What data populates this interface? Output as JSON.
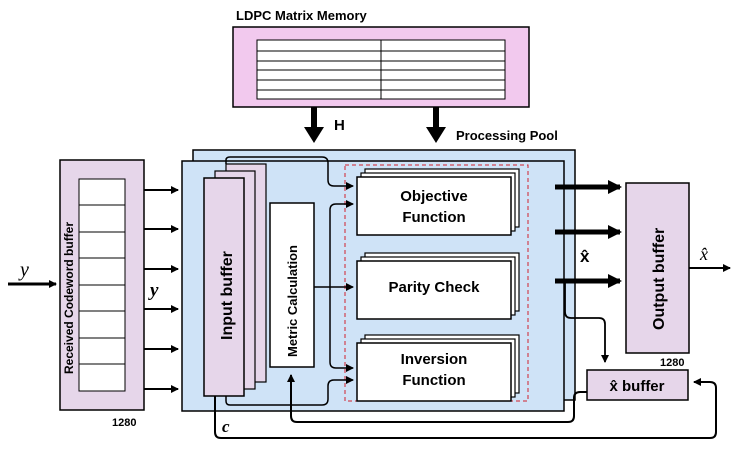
{
  "diagram": {
    "memory_title": "LDPC Matrix Memory",
    "h_label": "H",
    "pool_title": "Processing Pool",
    "received_buffer_label": "Received Codeword buffer",
    "received_buffer_size": "1280",
    "input_y_symbol": "y",
    "y_bus_label": "y",
    "input_buffer_label": "Input buffer",
    "metric_label": "Metric Calculation",
    "objective_label_1": "Objective",
    "objective_label_2": "Function",
    "parity_label": "Parity Check",
    "inversion_label_1": "Inversion",
    "inversion_label_2": "Function",
    "xhat_bus_label": "x̂",
    "output_buffer_label": "Output buffer",
    "output_buffer_size": "1280",
    "output_symbol": "x̂",
    "xhat_buffer_label": "x̂ buffer",
    "c_label": "c"
  },
  "colors": {
    "memory_fill": "#f2c9ee",
    "pool_fill": "#cfe3f7",
    "buffer_fill": "#e6d6ea",
    "box_fill": "#ffffff",
    "dashed_red": "#d0202c"
  }
}
